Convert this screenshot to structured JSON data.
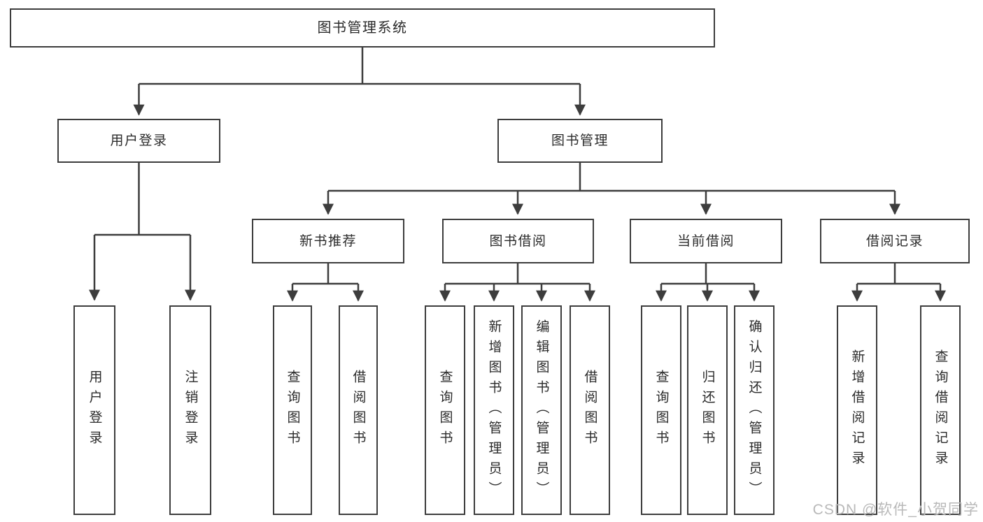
{
  "nodes": {
    "root": "图书管理系统",
    "user_login": "用户登录",
    "book_management": "图书管理",
    "login": "用户登录",
    "logout": "注销登录",
    "new_book_recommend": "新书推荐",
    "book_borrow": "图书借阅",
    "current_borrow": "当前借阅",
    "borrow_records": "借阅记录",
    "nb_query": "查询图书",
    "nb_borrow": "借阅图书",
    "bb_query": "查询图书",
    "bb_add": "新增图书（管理员）",
    "bb_edit": "编辑图书（管理员）",
    "bb_borrow": "借阅图书",
    "cb_query": "查询图书",
    "cb_return": "归还图书",
    "cb_confirm": "确认归还（管理员）",
    "br_add": "新增借阅记录",
    "br_query": "查询借阅记录"
  },
  "watermark": "CSDN @软件_小贺同学",
  "colors": {
    "line": "#3d3d3d",
    "text": "#2b2b2b",
    "watermark": "#b9b9b9",
    "background": "#ffffff"
  }
}
